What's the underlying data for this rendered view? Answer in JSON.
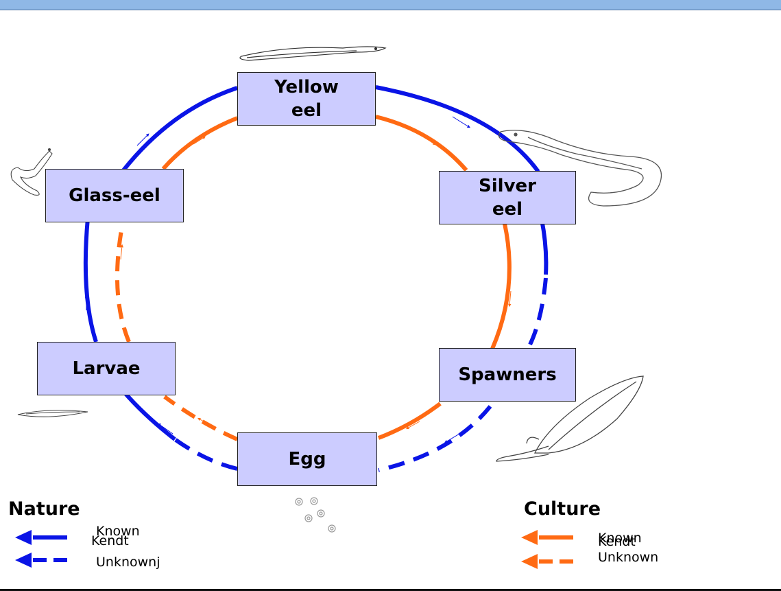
{
  "colors": {
    "nature": "#0a14e6",
    "culture": "#ff6a13",
    "box_fill": "#ccccff"
  },
  "stages": {
    "yellow": "Yellow\neel",
    "silver": "Silver\neel",
    "spawners": "Spawners",
    "egg": "Egg",
    "larvae": "Larvae",
    "glass": "Glass-eel"
  },
  "legend": {
    "nature": {
      "title": "Nature",
      "known_1": "Known",
      "known_2": "Kendt",
      "unknown": "Unknownj"
    },
    "culture": {
      "title": "Culture",
      "known_1": "Known",
      "known_2": "Kendt",
      "unknown": "Unknown"
    }
  },
  "illustrations": [
    "yellow-eel-drawing",
    "silver-eel-drawing",
    "spawner-eel-drawing",
    "glass-eel-drawing",
    "larva-drawing",
    "eggs-drawing"
  ]
}
